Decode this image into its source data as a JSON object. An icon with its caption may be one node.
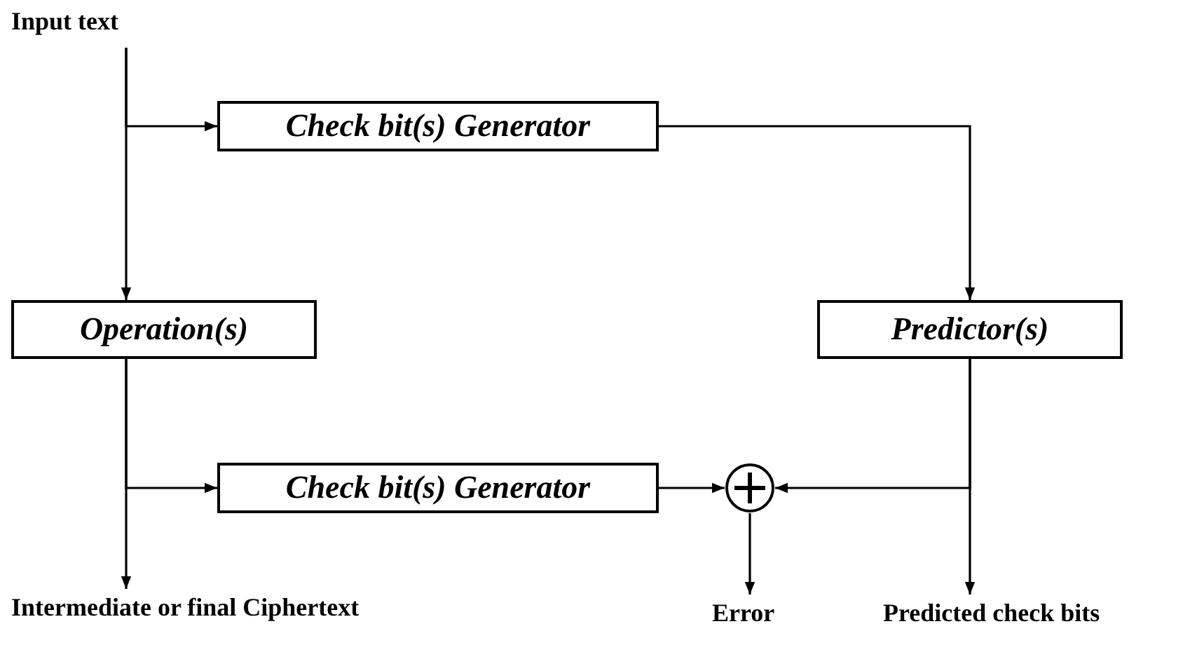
{
  "diagram": {
    "nodes": [
      {
        "text": [
          "Input text"
        ]
      },
      {
        "text": [
          "Check bit(s) Generator"
        ]
      },
      {
        "text": [
          "Operation(s)"
        ]
      },
      {
        "text": [
          "Predictor(s)"
        ]
      },
      {
        "text": [
          "Check bit(s) Generator"
        ]
      },
      {
        "text": [],
        "shape": "circle"
      },
      {
        "text": [
          "Intermediate or final Ciphertext"
        ]
      },
      {
        "text": [
          "Error"
        ]
      },
      {
        "text": [
          "Predicted check bits"
        ]
      }
    ],
    "edges": [
      {
        "from": 0,
        "to": 2,
        "arrow": "to"
      },
      {
        "from": 0,
        "to": 1,
        "arrow": "to"
      },
      {
        "from": 1,
        "to": 3,
        "arrow": "to"
      },
      {
        "from": 2,
        "to": 6,
        "arrow": "to"
      },
      {
        "from": 2,
        "to": 4,
        "arrow": "to"
      },
      {
        "from": 4,
        "to": 5,
        "arrow": "to"
      },
      {
        "from": 3,
        "to": 5,
        "arrow": "to"
      },
      {
        "from": 3,
        "to": 8,
        "arrow": "to"
      },
      {
        "from": 5,
        "to": 7,
        "arrow": "to"
      }
    ]
  }
}
